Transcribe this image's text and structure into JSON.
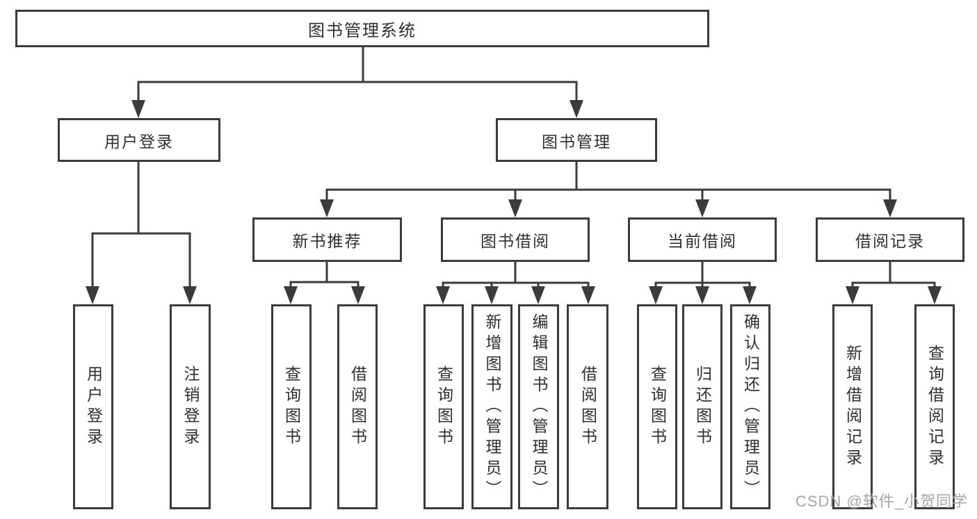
{
  "diagram": {
    "root": {
      "label": "图书管理系统"
    },
    "branches": [
      {
        "label": "用户登录",
        "children": [
          {
            "label": "用户登录"
          },
          {
            "label": "注销登录"
          }
        ]
      },
      {
        "label": "图书管理",
        "groups": [
          {
            "label": "新书推荐",
            "children": [
              {
                "label": "查询图书"
              },
              {
                "label": "借阅图书"
              }
            ]
          },
          {
            "label": "图书借阅",
            "children": [
              {
                "label": "查询图书"
              },
              {
                "label": "新增图书（管理员）"
              },
              {
                "label": "编辑图书（管理员）"
              },
              {
                "label": "借阅图书"
              }
            ]
          },
          {
            "label": "当前借阅",
            "children": [
              {
                "label": "查询图书"
              },
              {
                "label": "归还图书"
              },
              {
                "label": "确认归还（管理员）"
              }
            ]
          },
          {
            "label": "借阅记录",
            "children": [
              {
                "label": "新增借阅记录"
              },
              {
                "label": "查询借阅记录"
              }
            ]
          }
        ]
      }
    ]
  },
  "watermark": {
    "text": "CSDN @软件_小贺同学"
  },
  "colors": {
    "line": "#3b3b3b",
    "text": "#2f2f2f",
    "background": "#ffffff",
    "watermark": "#a6a6a6"
  }
}
